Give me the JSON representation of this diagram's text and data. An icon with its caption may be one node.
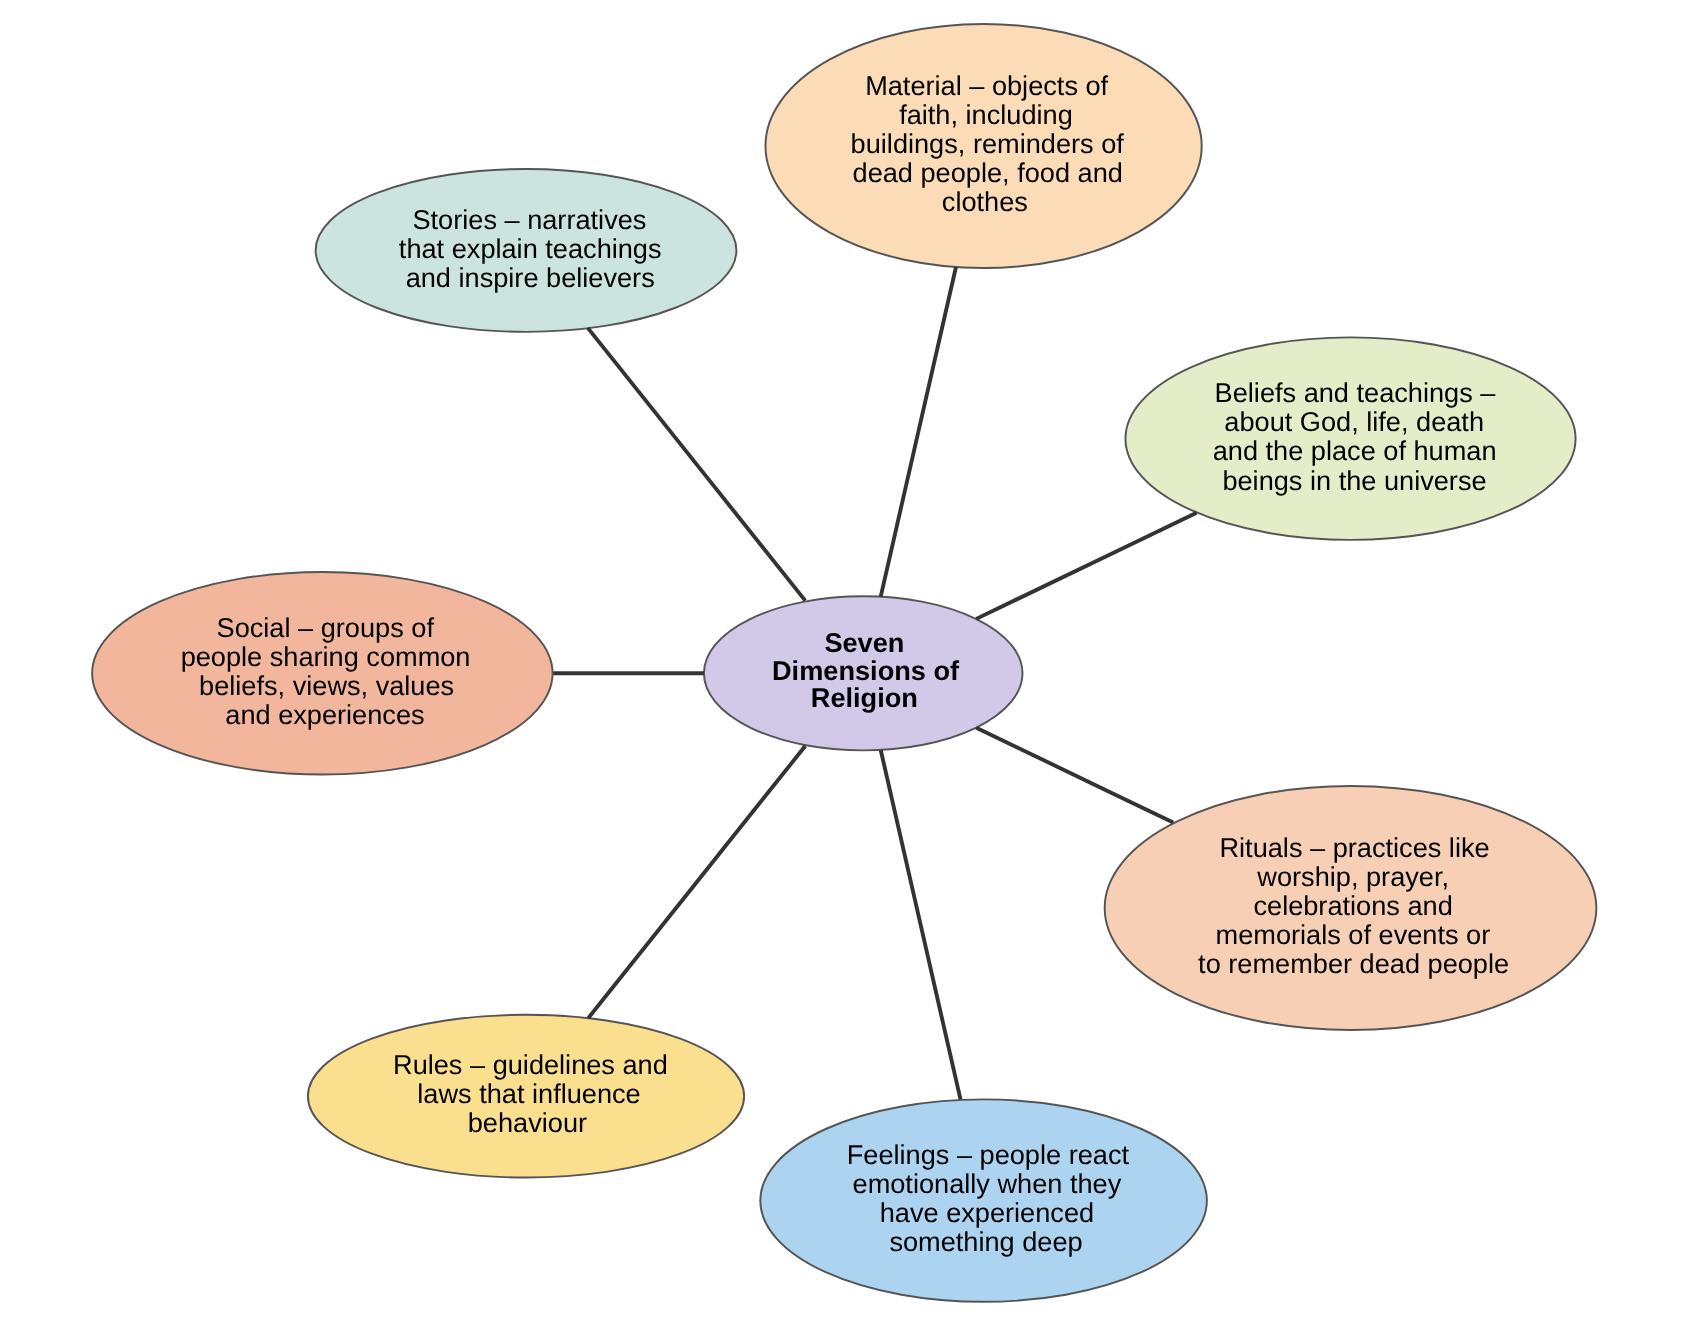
{
  "diagram": {
    "nodes": [
      {
        "text": [
          "Beliefs and teachings – about God, life, death and the place of human beings in the universe"
        ]
      },
      {
        "text": [
          "Material – objects of faith, including buildings, reminders of dead people, food and clothes"
        ]
      },
      {
        "text": [
          "Stories – narratives that explain teachings and inspire believers"
        ]
      },
      {
        "text": [
          "Seven Dimensions of Religion"
        ]
      },
      {
        "text": [
          "Social – groups of people sharing common beliefs, views, values and experiences"
        ]
      },
      {
        "text": [
          "Rules – guidelines and laws that influence behaviour"
        ]
      },
      {
        "text": [
          "Feelings – people react emotionally when they have experienced something deep"
        ]
      },
      {
        "text": [
          "Rituals – practices like worship, prayer, celebrations and memorials of events or to remember dead people"
        ]
      }
    ],
    "edges": [
      {
        "from": 3,
        "to": 0,
        "arrow": "none"
      },
      {
        "from": 3,
        "to": 2,
        "arrow": "none"
      },
      {
        "from": 3,
        "to": 5,
        "arrow": "none"
      },
      {
        "from": 3,
        "to": 7,
        "arrow": "none"
      },
      {
        "from": 3,
        "to": 6,
        "arrow": "none"
      },
      {
        "from": 3,
        "to": 4,
        "arrow": "none"
      },
      {
        "from": 3,
        "to": 1,
        "arrow": "none"
      }
    ]
  }
}
